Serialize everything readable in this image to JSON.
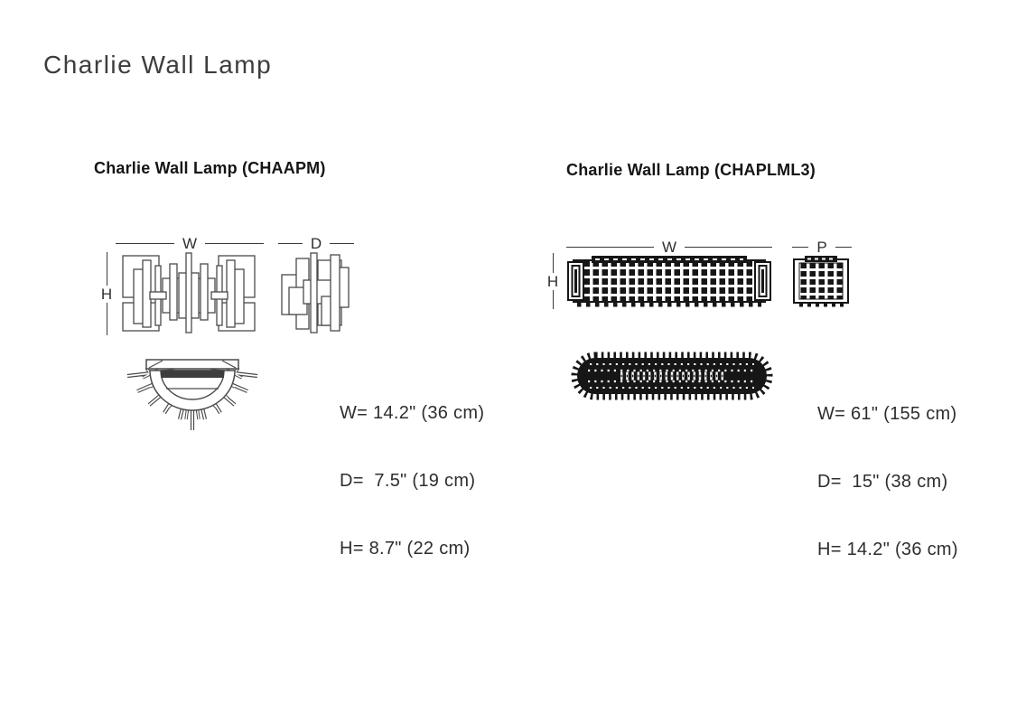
{
  "page": {
    "title": "Charlie Wall Lamp"
  },
  "products": [
    {
      "name": "Charlie Wall Lamp (CHAAPM)",
      "labels": {
        "width": "W",
        "depth": "D",
        "height": "H"
      },
      "dim_lines": [
        "W= 14.2\" (36 cm)",
        "D=  7.5\" (19 cm)",
        "H= 8.7\" (22 cm)"
      ]
    },
    {
      "name": "Charlie Wall Lamp (CHAPLML3)",
      "labels": {
        "width": "W",
        "depth": "P",
        "height": "H"
      },
      "dim_lines": [
        "W= 61\" (155 cm)",
        "D=  15\" (38 cm)",
        "H= 14.2\" (36 cm)"
      ]
    }
  ]
}
